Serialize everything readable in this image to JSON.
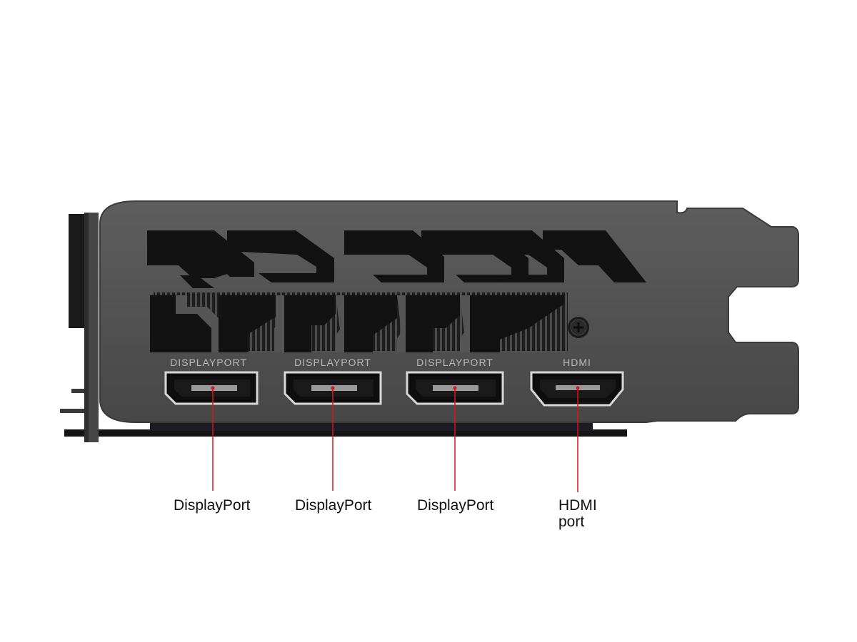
{
  "ports": [
    {
      "id": "dp1",
      "type": "DisplayPort",
      "silkscreen": "DISPLAYPORT",
      "label_lines": [
        "DisplayPort"
      ]
    },
    {
      "id": "dp2",
      "type": "DisplayPort",
      "silkscreen": "DISPLAYPORT",
      "label_lines": [
        "DisplayPort"
      ]
    },
    {
      "id": "dp3",
      "type": "DisplayPort",
      "silkscreen": "DISPLAYPORT",
      "label_lines": [
        "DisplayPort"
      ]
    },
    {
      "id": "hdmi",
      "type": "HDMI",
      "silkscreen": "HDMI",
      "label_lines": [
        "HDMI",
        "port"
      ]
    }
  ],
  "colors": {
    "background": "#ffffff",
    "bracket": "#545454",
    "bracket_edge": "#3a3a3a",
    "vent": "#121212",
    "heatsink": "#3c3c3c",
    "callout_line": "#d9141b",
    "silkscreen": "#b9b9b9",
    "label_text": "#111111"
  }
}
